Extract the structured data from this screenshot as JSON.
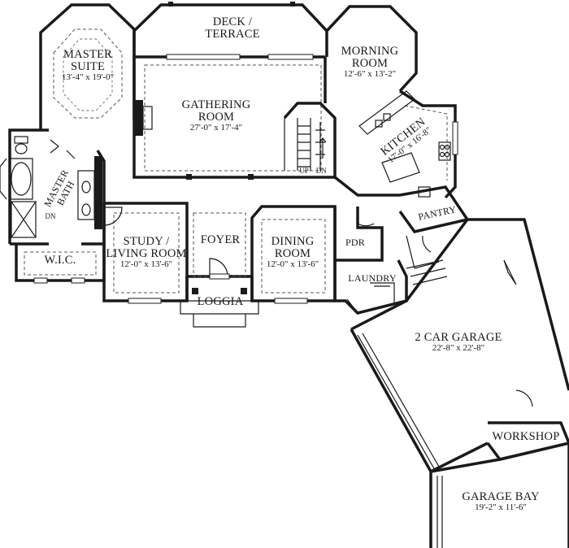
{
  "rooms": {
    "deck": {
      "name_line1": "DECK /",
      "name_line2": "TERRACE"
    },
    "master_suite": {
      "name_line1": "MASTER",
      "name_line2": "SUITE",
      "dims": "13'-4\" x 19'-0\""
    },
    "gathering": {
      "name_line1": "GATHERING",
      "name_line2": "ROOM",
      "dims": "27'-0\" x 17'-4\""
    },
    "morning": {
      "name_line1": "MORNING",
      "name_line2": "ROOM",
      "dims": "12'-6\" x 13'-2\""
    },
    "kitchen": {
      "name": "KITCHEN",
      "dims": "17'-0\" x 16'-8\""
    },
    "master_bath": {
      "name_line1": "MASTER",
      "name_line2": "BATH"
    },
    "wic": {
      "name": "W.I.C."
    },
    "study": {
      "name_line1": "STUDY /",
      "name_line2": "LIVING ROOM",
      "dims": "12'-0\" x 13'-6\""
    },
    "foyer": {
      "name": "FOYER"
    },
    "dining": {
      "name_line1": "DINING",
      "name_line2": "ROOM",
      "dims": "12'-0\" x 13'-6\""
    },
    "loggia": {
      "name": "LOGGIA"
    },
    "pdr": {
      "name": "PDR"
    },
    "pantry": {
      "name": "PANTRY"
    },
    "laundry": {
      "name": "LAUNDRY"
    },
    "garage": {
      "name": "2 CAR GARAGE",
      "dims": "22'-8\" x 22'-8\""
    },
    "workshop": {
      "name": "WORKSHOP"
    },
    "garage_bay": {
      "name": "GARAGE BAY",
      "dims": "19'-2\" x 11'-6\""
    }
  },
  "stairs": {
    "up": "UP",
    "dn": "DN",
    "bath_dn": "DN"
  }
}
